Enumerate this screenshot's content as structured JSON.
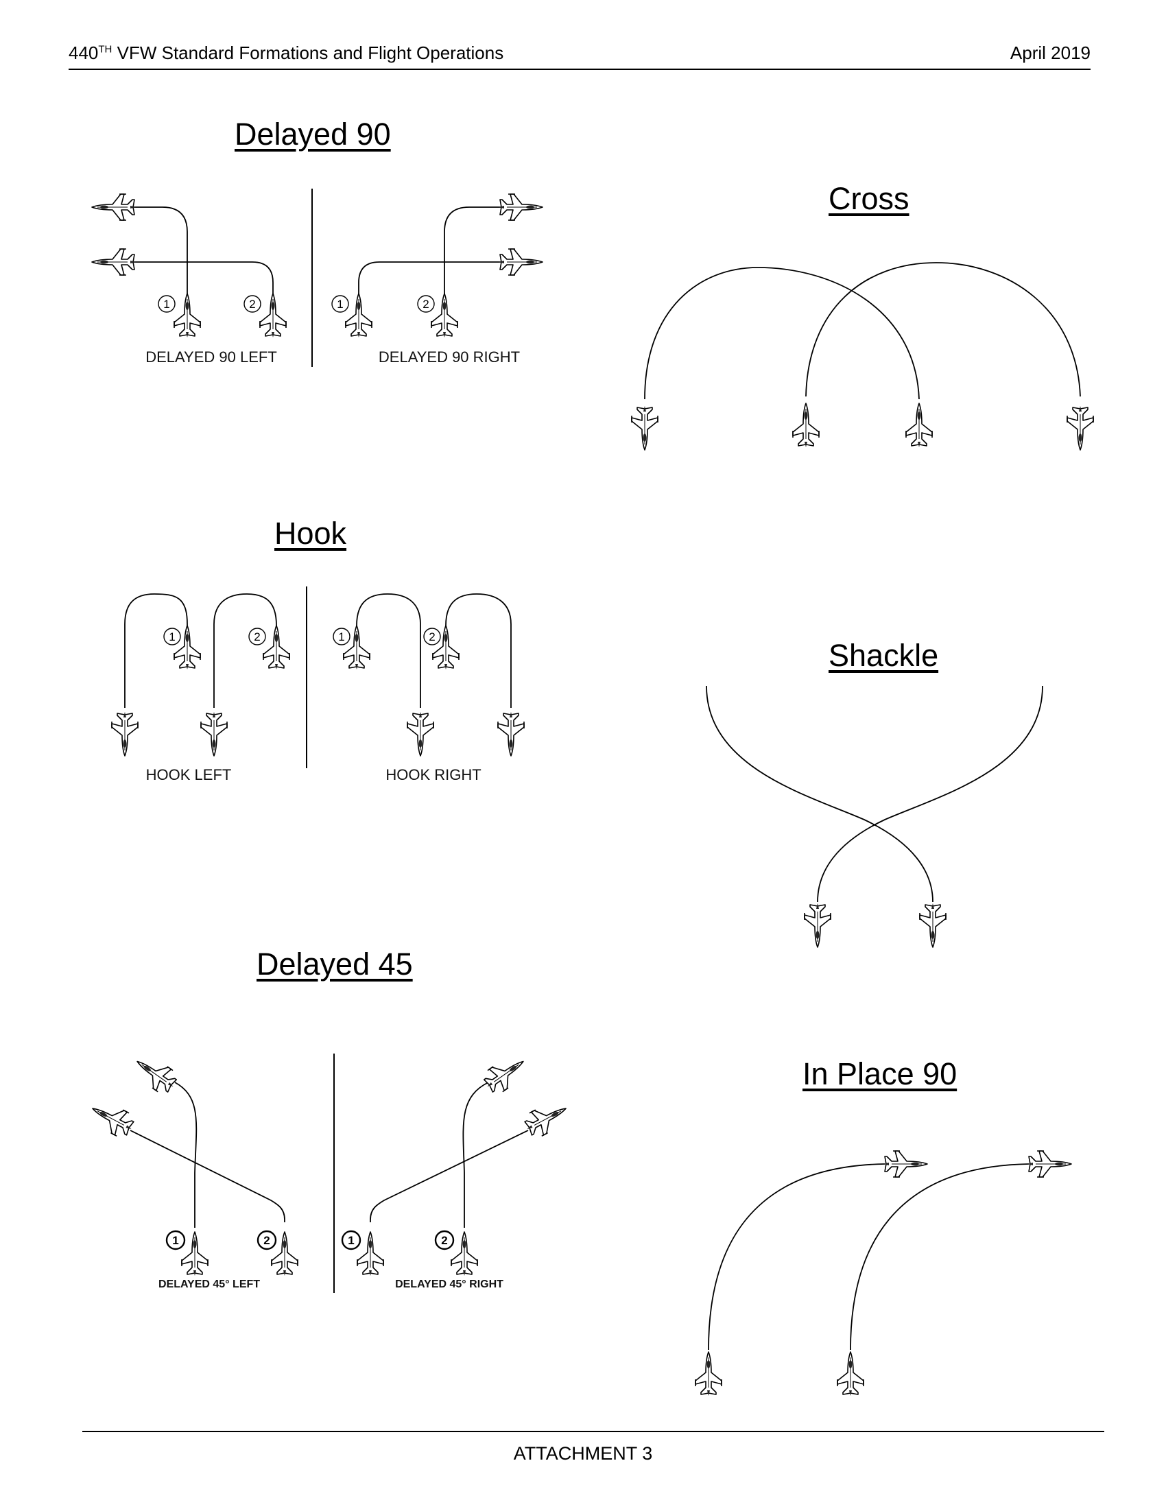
{
  "header": {
    "doc_prefix": "440",
    "doc_sup": "TH",
    "doc_title": " VFW Standard Formations and Flight Operations",
    "date": "April 2019"
  },
  "sections": {
    "delayed90": {
      "title": "Delayed 90",
      "left_label": "DELAYED 90 LEFT",
      "right_label": "DELAYED 90 RIGHT"
    },
    "cross": {
      "title": "Cross"
    },
    "hook": {
      "title": "Hook",
      "left_label": "HOOK LEFT",
      "right_label": "HOOK RIGHT"
    },
    "shackle": {
      "title": "Shackle"
    },
    "delayed45": {
      "title": "Delayed 45",
      "left_label": "DELAYED  45°  LEFT",
      "right_label": "DELAYED  45°  RIGHT"
    },
    "inplace90": {
      "title": "In Place 90"
    }
  },
  "markers": {
    "one": "1",
    "two": "2"
  },
  "footer": {
    "text": "ATTACHMENT 3"
  }
}
